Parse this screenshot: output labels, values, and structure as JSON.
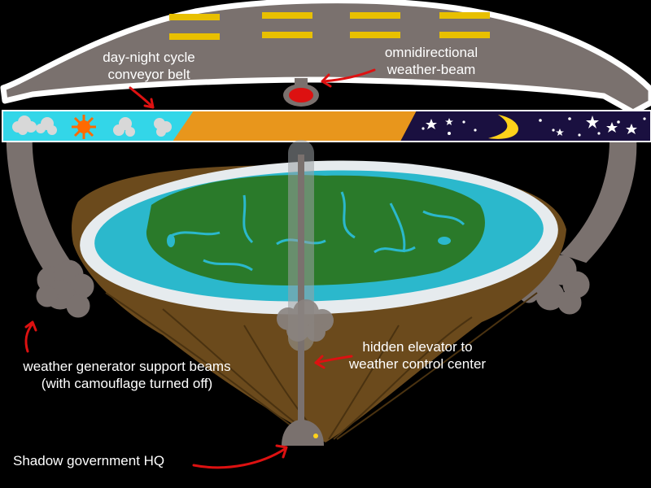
{
  "labels": {
    "day_night_line1": "day-night cycle",
    "day_night_line2": "conveyor belt",
    "weather_beam_line1": "omnidirectional",
    "weather_beam_line2": "weather-beam",
    "elevator_line1": "hidden elevator to",
    "elevator_line2": "weather control center",
    "support_line1": "weather generator support beams",
    "support_line2": "(with camouflage turned off)",
    "hq": "Shadow government HQ"
  },
  "colors": {
    "background": "#000000",
    "structure_gray": "#7a716e",
    "structure_outline": "#ffffff",
    "day_sky": "#33d6e8",
    "dusk": "#e8961c",
    "night_sky": "#1a1040",
    "ocean": "#2bb8cc",
    "land": "#2a7a2a",
    "ice_rim": "#e6ebee",
    "earth_underside": "#6b4a1c",
    "beam_red": "#dd1111",
    "arrow_red": "#dd1111",
    "sun": "#ff6a00",
    "moon": "#ffd21a"
  },
  "icons": [
    "sun-icon",
    "cloud-icon",
    "moon-icon",
    "star-icon",
    "weather-beam-emitter-icon",
    "hq-light-icon"
  ]
}
